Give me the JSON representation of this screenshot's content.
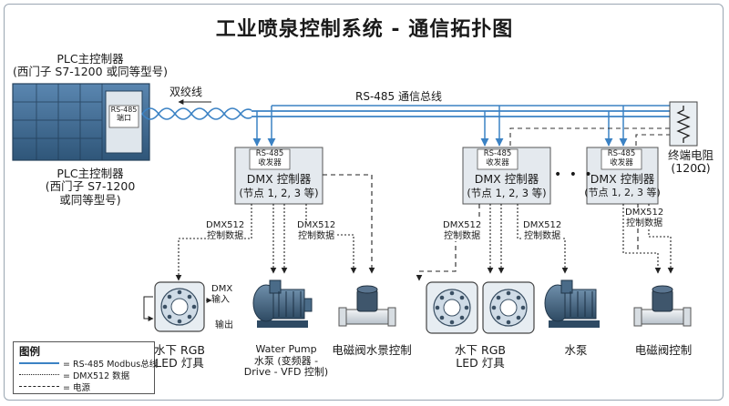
{
  "title": "工业喷泉控制系统 - 通信拓扑图",
  "plc": {
    "top_caption": [
      "PLC主控制器",
      "(西门子 S7-1200 或同等型号)"
    ],
    "bottom_caption": [
      "PLC主控制器",
      "(西门子 S7-1200",
      "或同等型号)"
    ],
    "port_label": [
      "RS-485",
      "端口"
    ]
  },
  "bus": {
    "twisted_pair_label": "双绞线",
    "bus_label": "RS-485 通信总线"
  },
  "terminator": {
    "label": [
      "终端电阻",
      "(120Ω)"
    ]
  },
  "ellipsis": "• • •",
  "controllers": [
    {
      "transceiver": [
        "RS-485",
        "收发器"
      ],
      "title": "DMX 控制器",
      "nodes": "(节点 1, 2, 3 等)"
    },
    {
      "transceiver": [
        "RS-485",
        "收发器"
      ],
      "title": "DMX 控制器",
      "nodes": "(节点 1, 2, 3 等)"
    },
    {
      "transceiver": [
        "RS-485",
        "收发器"
      ],
      "title": "DMX 控制器",
      "nodes": "(节点 1, 2, 3 等)"
    }
  ],
  "dmx_data_labels": [
    "DMX512",
    "控制数据"
  ],
  "dmx_io": {
    "input": [
      "DMX",
      "输入"
    ],
    "output": "输出"
  },
  "devices": {
    "light_1": [
      "水下 RGB",
      "LED 灯具"
    ],
    "pump_1": [
      "Water Pump",
      "水泵 (变频器 -",
      "Drive - VFD 控制)"
    ],
    "valve_1": "电磁阀水景控制",
    "light_2": [
      "水下 RGB",
      "LED 灯具"
    ],
    "pump_2": "水泵",
    "valve_2": "电磁阀控制"
  },
  "legend": {
    "title": "图例",
    "items": [
      "= RS-485 Modbus总线",
      "= DMX512 数据",
      "= 电源"
    ]
  },
  "colors": {
    "bus": "#3b82c4",
    "device_body": "#4a6b88",
    "device_light": "#cfdbe6",
    "box_fill": "#e4e9ee",
    "plc_fill": "#3f6b95"
  }
}
